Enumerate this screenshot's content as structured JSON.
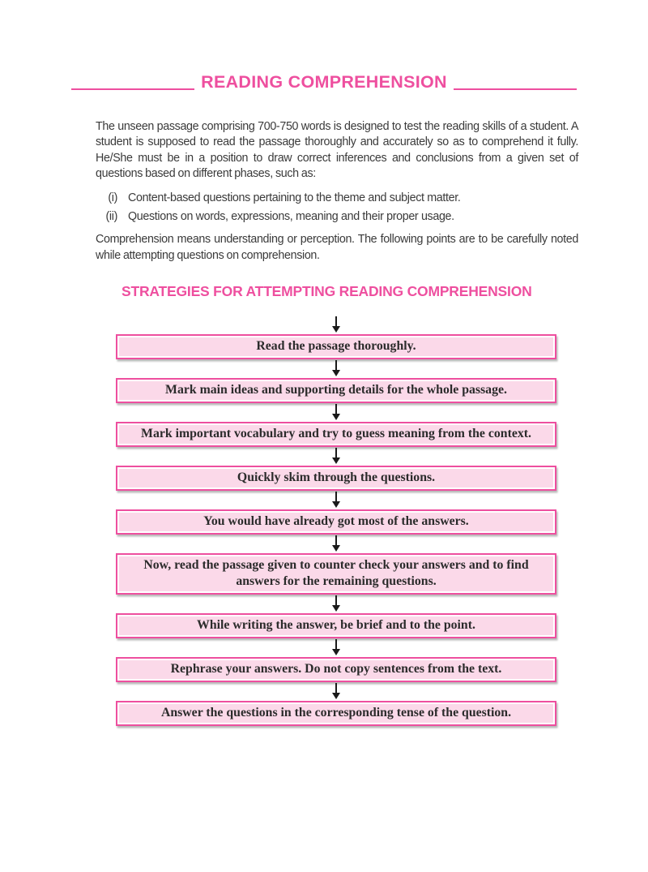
{
  "header": {
    "title": "READING COMPREHENSION"
  },
  "intro": {
    "paragraph1": "The unseen passage comprising 700-750 words is designed to test the reading skills of a student. A student is supposed to read the passage thoroughly and accurately so as to comprehend it fully. He/She must be in a position to draw correct inferences and conclusions from a given set of questions based on different phases, such as:",
    "question_types": [
      {
        "marker": "(i)",
        "text": "Content-based questions pertaining to the theme and subject matter."
      },
      {
        "marker": "(ii)",
        "text": "Questions on words, expressions, meaning and their proper usage."
      }
    ],
    "paragraph2": "Comprehension means understanding or perception. The following points are to be carefully noted while attempting questions on comprehension."
  },
  "strategies": {
    "heading": "STRATEGIES FOR ATTEMPTING READING COMPREHENSION",
    "steps": [
      "Read the passage thoroughly.",
      "Mark main ideas and supporting details for the whole passage.",
      "Mark important vocabulary and try to guess meaning from the context.",
      "Quickly skim through the questions.",
      "You would have already got most of the answers.",
      "Now, read the passage given to counter check your answers and to find answers for the remaining questions.",
      "While writing the answer, be brief and to the point.",
      "Rephrase your answers. Do not copy sentences from the text.",
      "Answer the questions in the corresponding tense of the question."
    ]
  },
  "colors": {
    "accent_pink": "#ee4f9f",
    "box_fill": "#fbd9e9",
    "box_border": "#ee4f9f",
    "body_text": "#3a3a3a",
    "box_text": "#2b2b2b"
  }
}
